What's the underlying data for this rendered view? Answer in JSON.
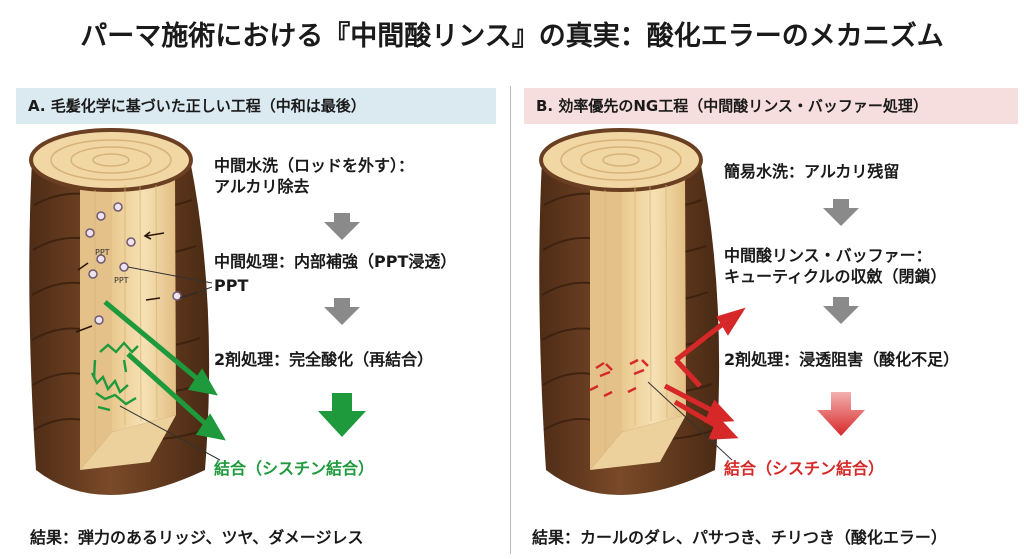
{
  "title": "パーマ施術における『中間酸リンス』の真実：酸化エラーのメカニズム",
  "panel_a": {
    "header": "A. 毛髪化学に基づいた正しい工程（中和は最後）",
    "step1_line1": "中間水洗（ロッドを外す）：",
    "step1_line2": "アルカリ除去",
    "step2": "中間処理：内部補強（PPT浸透）",
    "ppt_callout": "PPT",
    "ppt_small_1": "PPT",
    "ppt_small_2": "PPT",
    "step3": "2剤処理：完全酸化（再結合）",
    "final": "結合（シスチン結合）",
    "result": "結果：弾力のあるリッジ、ツヤ、ダメージレス",
    "accent_color": "#1e9a3c"
  },
  "panel_b": {
    "header": "B. 効率優先のNG工程（中間酸リンス・バッファー処理）",
    "step1": "簡易水洗：アルカリ残留",
    "step2_line1": "中間酸リンス・バッファー：",
    "step2_line2": "キューティクルの収斂（閉鎖）",
    "step3": "2剤処理：浸透阻害（酸化不足）",
    "final": "結合（シスチン結合）",
    "result": "結果：カールのダレ、パサつき、チリつき（酸化エラー）",
    "accent_color": "#d62828"
  },
  "colors": {
    "arrow_gray": "#8a8a8a",
    "hair_brown": "#6b3f22",
    "hair_core": "#f1d7a4",
    "band_a": "#dbe9f1",
    "band_b": "#f7dede"
  }
}
